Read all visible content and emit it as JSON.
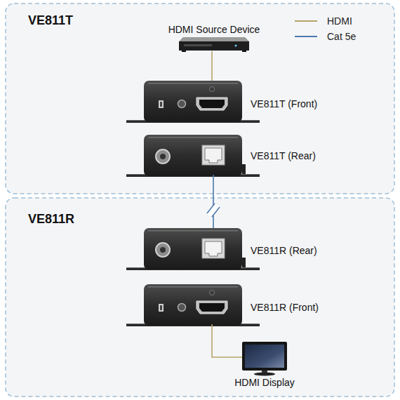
{
  "diagram": {
    "nodes": [
      {
        "text": [
          "VE811T"
        ]
      },
      {
        "text": [
          "HDMI Source Device"
        ],
        "in": 0
      },
      {
        "text": [
          "VE811T (Front)"
        ],
        "in": 0
      },
      {
        "text": [
          "VE811T (Rear)"
        ],
        "in": 0
      },
      {
        "text": [
          "VE811R"
        ]
      },
      {
        "text": [
          "VE811R (Rear)"
        ],
        "in": 4
      },
      {
        "text": [
          "VE811R (Front)"
        ],
        "in": 4
      },
      {
        "text": [
          "HDMI Display"
        ],
        "in": 4
      }
    ],
    "edges": [
      {
        "from": 1,
        "to": 2,
        "arrow": "none"
      },
      {
        "from": 3,
        "to": 5,
        "arrow": "none"
      },
      {
        "from": 6,
        "to": 7,
        "arrow": "none"
      }
    ],
    "legend": [
      {
        "text": "HDMI"
      },
      {
        "text": "Cat 5e"
      }
    ]
  }
}
